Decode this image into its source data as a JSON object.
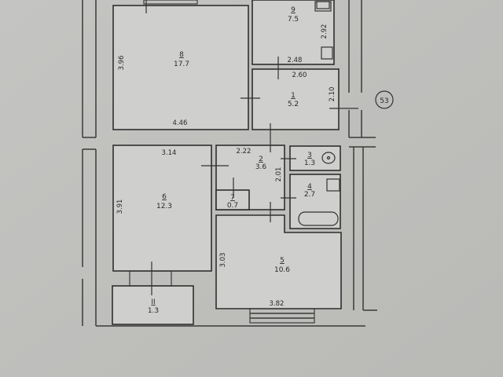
{
  "plan": {
    "marker": "53",
    "rooms": [
      {
        "id": "8",
        "number": "8",
        "area": "17.7",
        "dims": [
          "3.96",
          "4.46"
        ]
      },
      {
        "id": "9",
        "number": "9",
        "area": "7.5",
        "dims": [
          "2.92",
          "2.48"
        ]
      },
      {
        "id": "1",
        "number": "1",
        "area": "5.2",
        "dims": [
          "2.60",
          "2.10"
        ]
      },
      {
        "id": "6",
        "number": "6",
        "area": "12.3",
        "dims": [
          "3.14",
          "3.91"
        ]
      },
      {
        "id": "2",
        "number": "2",
        "area": "3.6",
        "dims": [
          "2.22",
          "2.01"
        ]
      },
      {
        "id": "7",
        "number": "7",
        "area": "0.7",
        "dims": []
      },
      {
        "id": "3",
        "number": "3",
        "area": "1.3",
        "dims": []
      },
      {
        "id": "4",
        "number": "4",
        "area": "2.7",
        "dims": []
      },
      {
        "id": "5",
        "number": "5",
        "area": "10.6",
        "dims": [
          "3.03",
          "3.82"
        ]
      },
      {
        "id": "II",
        "number": "II",
        "area": "1.3",
        "dims": []
      }
    ]
  }
}
